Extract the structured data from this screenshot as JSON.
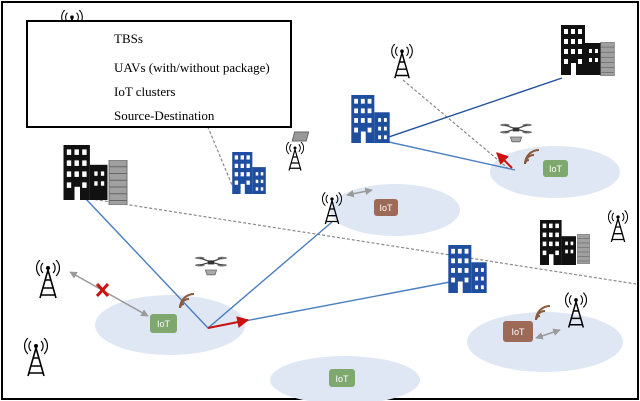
{
  "legend": {
    "tbs_label": "TBSs",
    "uav_label": "UAVs (with/without package)",
    "iot_label": "IoT clusters",
    "sd_label": "Source-Destination"
  },
  "iot_text": "IoT",
  "colors": {
    "frame": "#000000",
    "cluster_fill": "#dfe7f4",
    "iot_green": "#7ea86e",
    "iot_brown": "#9c6a57",
    "building_blue": "#1f4e9e",
    "building_black": "#111111",
    "server_gray": "#9a9a9a",
    "link_blue": "#4a7fc0",
    "dashed_gray": "#8a8a8a",
    "arrow_red": "#cc1111",
    "signal_brown": "#8b5a3c",
    "double_arrow_gray": "#9a9a9a"
  },
  "icons": [
    "tower-icon",
    "drone-icon",
    "building-icon",
    "server-icon",
    "iot-node-icon",
    "cross-icon"
  ]
}
